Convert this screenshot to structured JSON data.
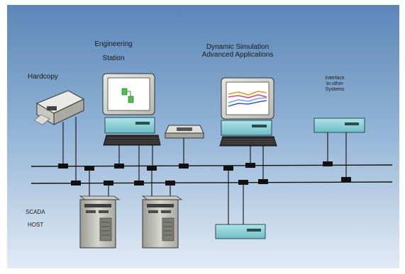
{
  "labels": {
    "hardcopy": "Hardcopy",
    "engineering_line1": "Engineering",
    "engineering_line2": "Station",
    "dynamic_line1": "Dynamic Simulation",
    "dynamic_line2": "Advanced Applications",
    "interface_line1": "Interface",
    "interface_line2": "to other",
    "interface_line3": "Systems",
    "scada": "SCADA",
    "host": "HOST"
  },
  "colors": {
    "background_top": "#5d88b8",
    "background_bottom": "#dde8f3",
    "device_teal": "#8fd2d9",
    "bus": "#111111"
  }
}
